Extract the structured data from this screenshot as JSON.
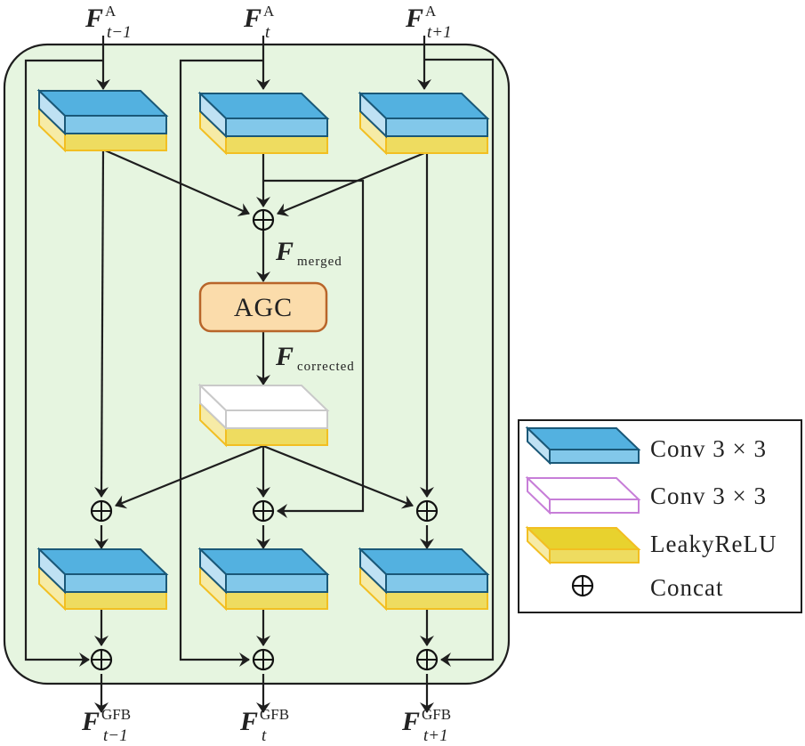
{
  "inputs": [
    {
      "base": "F",
      "sup": "A",
      "sub": "t−1"
    },
    {
      "base": "F",
      "sup": "A",
      "sub": "t"
    },
    {
      "base": "F",
      "sup": "A",
      "sub": "t+1"
    }
  ],
  "outputs": [
    {
      "base": "F",
      "sup": "GFB",
      "sub": "t−1"
    },
    {
      "base": "F",
      "sup": "GFB",
      "sub": "t"
    },
    {
      "base": "F",
      "sup": "GFB",
      "sub": "t+1"
    }
  ],
  "merged_label": {
    "base": "F",
    "sub": "merged"
  },
  "corrected_label": {
    "base": "F",
    "sub": "corrected"
  },
  "agc_label": "AGC",
  "legend": {
    "items": [
      {
        "label": "Conv 3 × 3",
        "icon": "conv-block-blue"
      },
      {
        "label": "Conv 3 × 3",
        "icon": "conv-block-white-outline"
      },
      {
        "label": "LeakyReLU",
        "icon": "leakyrelu-block-yellow"
      },
      {
        "label": "Concat",
        "icon": "circle-plus"
      }
    ]
  },
  "colors": {
    "panel_bg": "#e6f5e0",
    "conv_top": "#53b1e0",
    "conv_front": "#82c8ea",
    "conv_side": "#bfe1f3",
    "conv_edge": "#1a5878",
    "relu_front": "#eedc60",
    "relu_side": "#f6eba6",
    "relu_edge": "#f2bf22",
    "agc_fill": "#fbdcab",
    "agc_edge": "#b8652a",
    "legend_white_edge": "#c77ed8"
  }
}
